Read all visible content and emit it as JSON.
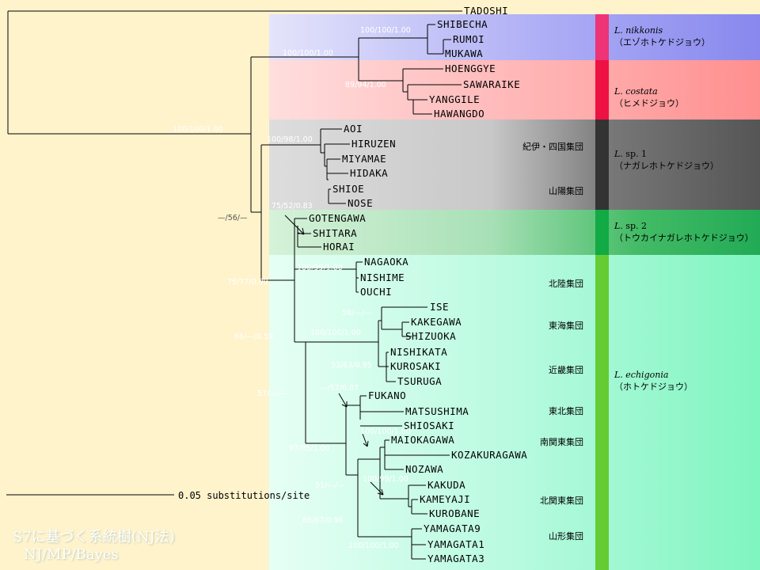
{
  "colors": {
    "page_bg": "#fff3cc",
    "nikkonis_band": "#8888ee",
    "costata_band": "#ff8f8f",
    "sp1_band": "#555555",
    "sp2_band": "#22aa55",
    "echigonia_band": "#7ff5c0",
    "nikkonis_bar": "#ee3377",
    "costata_bar": "#ee1144",
    "sp1_bar": "#333333",
    "sp2_bar": "#11aa44",
    "echigonia_bar": "#66cc33",
    "branch": "#000000"
  },
  "title": "S7に基づく系統樹(NJ法)",
  "subtitle": "NJ/MP/Bayes",
  "scale_bar_label": "0.05 substitutions/site",
  "clades": [
    {
      "id": "nikkonis",
      "species": "L. nikkonis",
      "common": "（エゾホトケドジョウ）"
    },
    {
      "id": "costata",
      "species": "L. costata",
      "common": "（ヒメドジョウ）"
    },
    {
      "id": "sp1",
      "species_genus": "L.",
      "species_rest": " sp. 1",
      "common": "（ナガレホトケドジョウ）"
    },
    {
      "id": "sp2",
      "species_genus": "L.",
      "species_rest": " sp. 2",
      "common": "（トウカイナガレホトケドジョウ）"
    },
    {
      "id": "echigonia",
      "species": "L. echigonia",
      "common": "（ホトケドジョウ）"
    }
  ],
  "groups": [
    {
      "id": "kii",
      "label": "紀伊・四国集団"
    },
    {
      "id": "sanyo",
      "label": "山陽集団"
    },
    {
      "id": "hokuriku",
      "label": "北陸集団"
    },
    {
      "id": "tokai",
      "label": "東海集団"
    },
    {
      "id": "kinki",
      "label": "近畿集団"
    },
    {
      "id": "tohoku",
      "label": "東北集団"
    },
    {
      "id": "minamikanto",
      "label": "南関東集団"
    },
    {
      "id": "kitakanto",
      "label": "北関東集団"
    },
    {
      "id": "yamagata",
      "label": "山形集団"
    }
  ],
  "leaves": [
    "TADOSHI",
    "SHIBECHA",
    "RUMOI",
    "MUKAWA",
    "HOENGGYE",
    "SAWARAIKE",
    "YANGGILE",
    "HAWANGDO",
    "AOI",
    "HIRUZEN",
    "MIYAMAE",
    "HIDAKA",
    "SHIOE",
    "NOSE",
    "GOTENGAWA",
    "SHITARA",
    "HORAI",
    "NAGAOKA",
    "NISHIME",
    "OUCHI",
    "ISE",
    "KAKEGAWA",
    "SHIZUOKA",
    "NISHIKATA",
    "KUROSAKI",
    "TSURUGA",
    "FUKANO",
    "MATSUSHIMA",
    "SHIOSAKI",
    "MAIOKAGAWA",
    "KOZAKURAGAWA",
    "NOZAWA",
    "KAKUDA",
    "KAMEYAJI",
    "KUROBANE",
    "YAMAGATA9",
    "YAMAGATA1",
    "YAMAGATA3"
  ],
  "supports": [
    "100/100/1.00",
    "100/100/1.00",
    "89/94/1.00",
    "100/100/1.00",
    "100/98/1.00",
    "—/56/—",
    "75/52/0.83",
    "75/77/0.99",
    "100/99/1.00",
    "58/—/—",
    "100/100/1.00",
    "66/—/0.59",
    "53/63/0.95",
    "57/—/—",
    "—/57/0.87",
    "97/95/1.00",
    "100/100/1.00",
    "51/—/—",
    "100/99/1.00",
    "66/67/0.96",
    "100/100/1.00"
  ]
}
